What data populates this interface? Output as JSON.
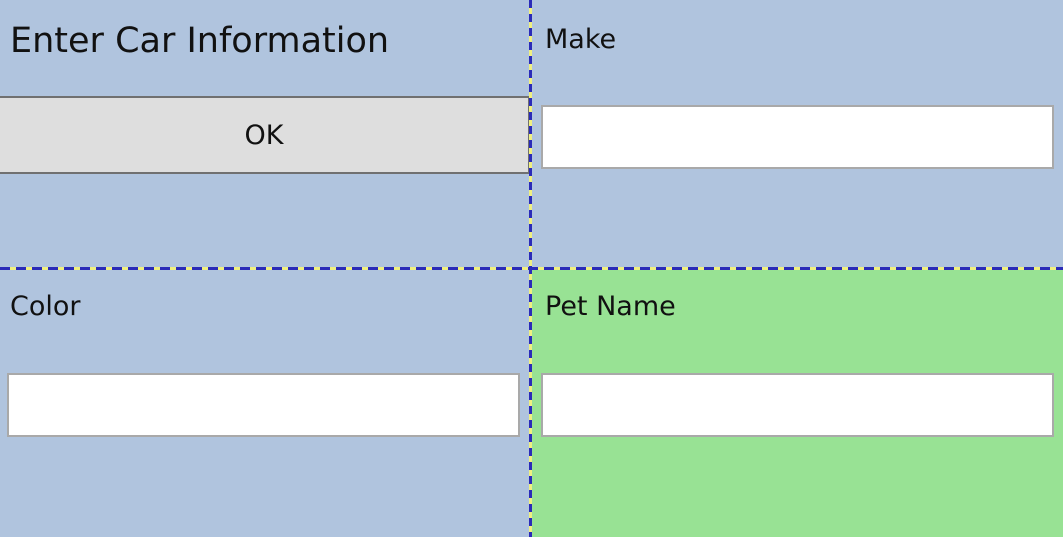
{
  "form": {
    "title": "Enter Car Information",
    "ok_label": "OK"
  },
  "fields": {
    "make": {
      "label": "Make",
      "value": ""
    },
    "color": {
      "label": "Color",
      "value": ""
    },
    "pet_name": {
      "label": "Pet Name",
      "value": ""
    }
  },
  "colors": {
    "background": "#b0c4de",
    "highlight_cell": "#98e294",
    "grid_line_dash": "#2b2bb8",
    "grid_line_gap": "#f0f080",
    "button_face": "#dedede"
  }
}
